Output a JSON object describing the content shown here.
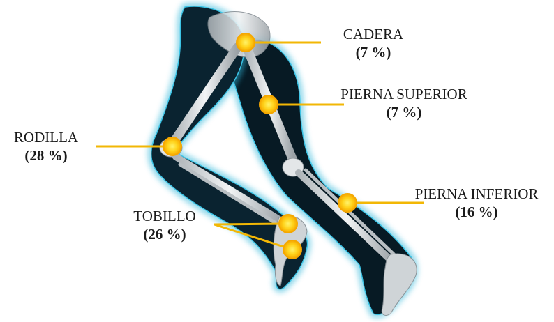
{
  "labels": {
    "cadera": {
      "name": "CADERA",
      "pct": "(7 %)"
    },
    "pierna_superior": {
      "name": "PIERNA SUPERIOR",
      "pct": "(7 %)"
    },
    "rodilla": {
      "name": "RODILLA",
      "pct": "(28 %)"
    },
    "pierna_inferior": {
      "name": "PIERNA INFERIOR",
      "pct": "(16 %)"
    },
    "tobillo": {
      "name": "TOBILLO",
      "pct": "(26 %)"
    }
  },
  "colors": {
    "leader_line": "#f2b705",
    "marker_fill": "#ffd21a",
    "marker_ring": "#f5a700",
    "body_dark": "#071a24",
    "body_glow": "#2fb6d9",
    "bone": "#d9dde0"
  }
}
